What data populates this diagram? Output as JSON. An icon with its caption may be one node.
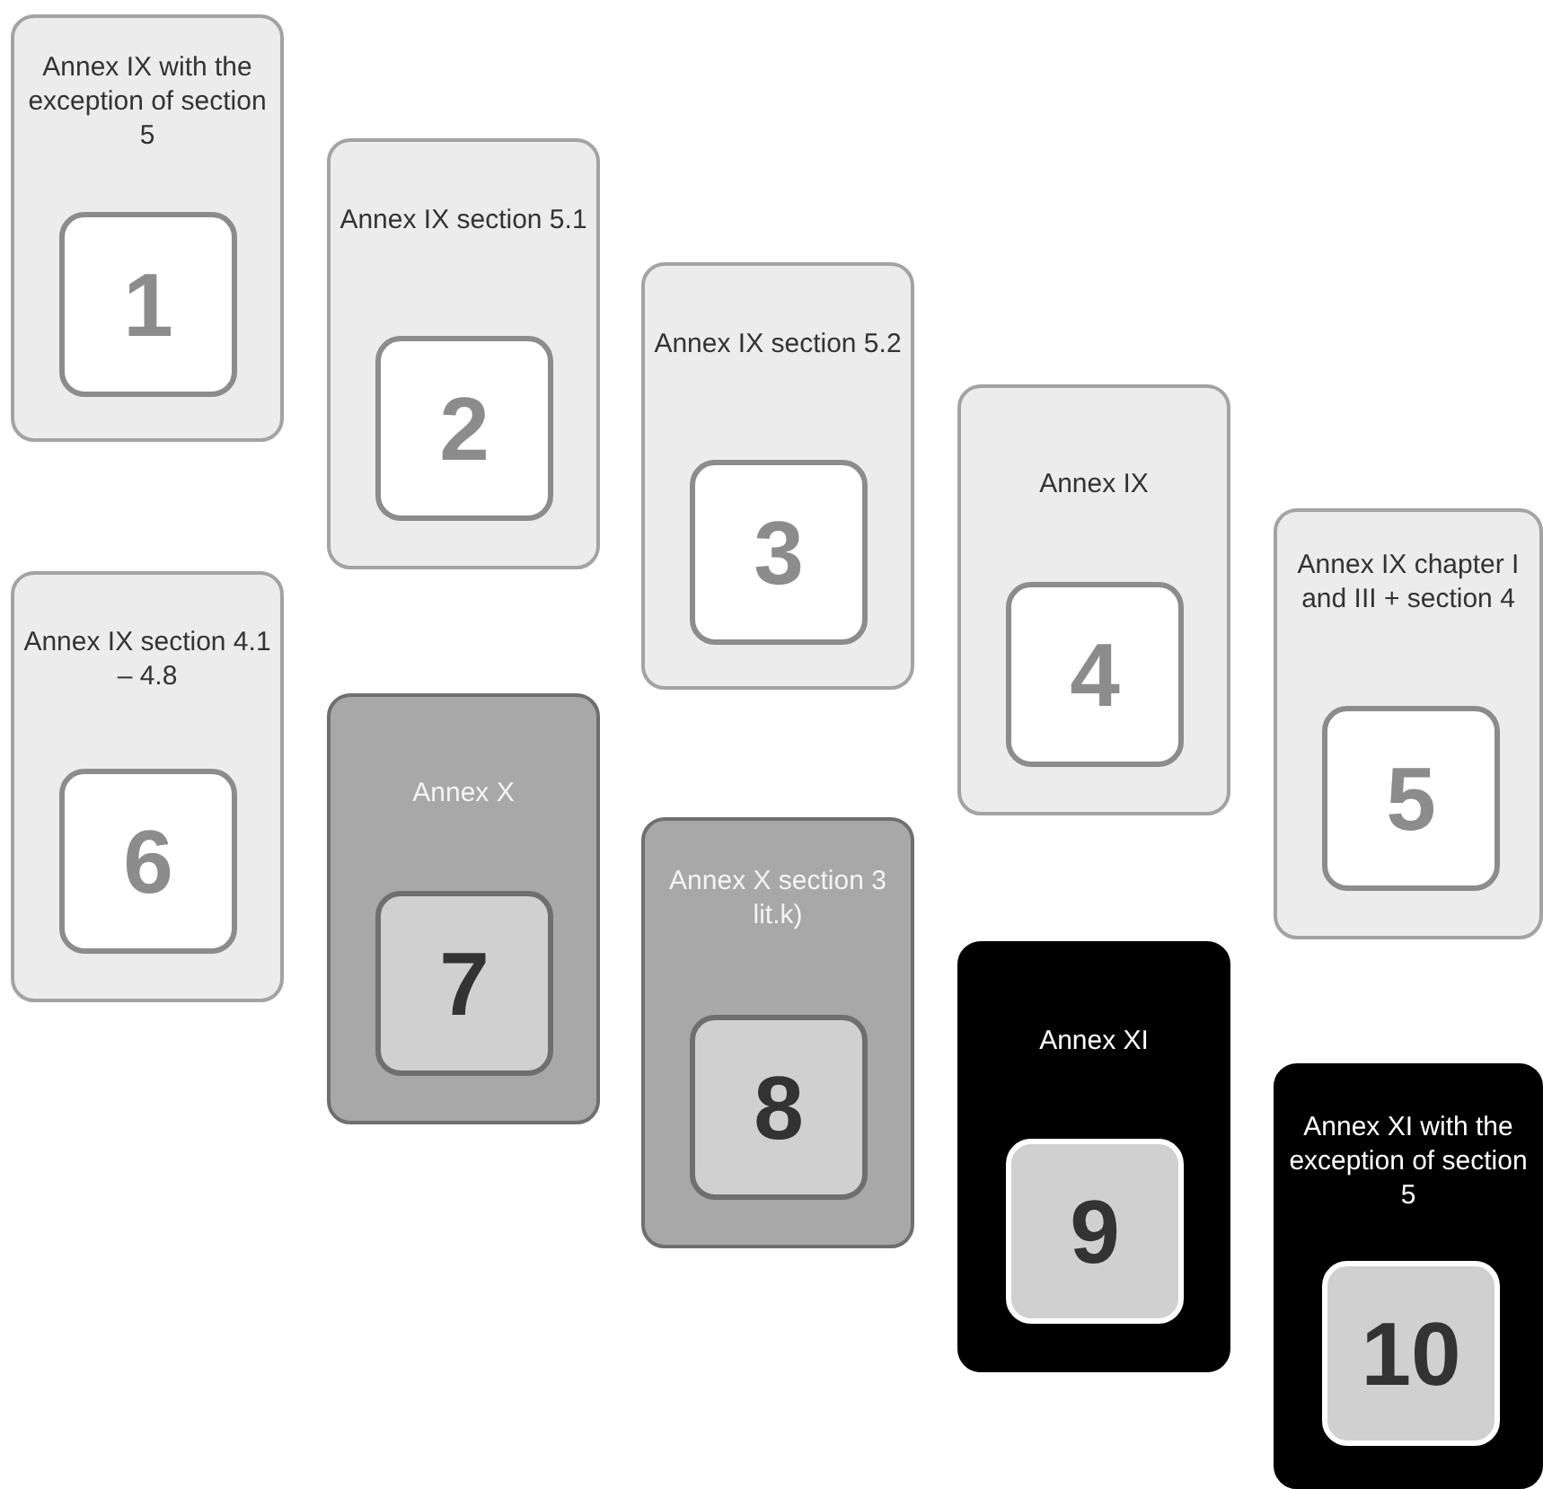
{
  "diagram": {
    "nodes": [
      {
        "text": [
          "Annex IX with the exception of section 5"
        ]
      },
      {
        "text": [
          "1"
        ],
        "in": 0
      },
      {
        "text": [
          "Annex IX section 5.1"
        ]
      },
      {
        "text": [
          "2"
        ],
        "in": 2
      },
      {
        "text": [
          "Annex IX section 5.2"
        ]
      },
      {
        "text": [
          "3"
        ],
        "in": 4
      },
      {
        "text": [
          "Annex IX"
        ]
      },
      {
        "text": [
          "4"
        ],
        "in": 6
      },
      {
        "text": [
          "Annex IX chapter I and III + section 4"
        ]
      },
      {
        "text": [
          "5"
        ],
        "in": 8
      },
      {
        "text": [
          "Annex IX section 4.1 – 4.8"
        ]
      },
      {
        "text": [
          "6"
        ],
        "in": 10
      },
      {
        "text": [
          "Annex X"
        ]
      },
      {
        "text": [
          "7"
        ],
        "in": 12
      },
      {
        "text": [
          "Annex X section 3 lit.k)"
        ]
      },
      {
        "text": [
          "8"
        ],
        "in": 14
      },
      {
        "text": [
          "Annex XI"
        ]
      },
      {
        "text": [
          "9"
        ],
        "in": 16
      },
      {
        "text": [
          "Annex XI with the exception of section 5"
        ]
      },
      {
        "text": [
          "10"
        ],
        "in": 18
      }
    ]
  }
}
